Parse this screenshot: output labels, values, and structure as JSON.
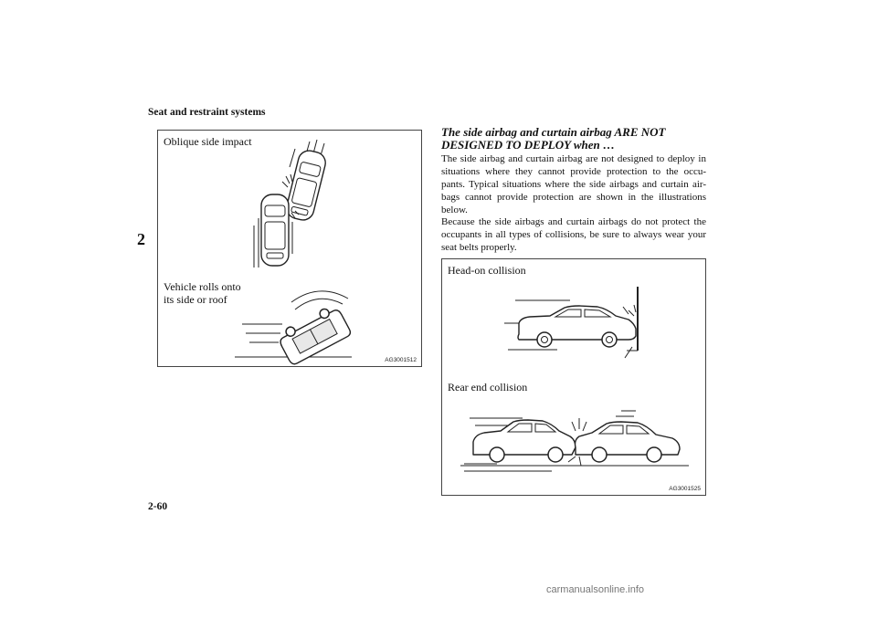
{
  "header": {
    "section_title": "Seat and restraint systems",
    "chapter_number": "2",
    "page_number": "2-60"
  },
  "figure_left": {
    "label_top": "Oblique side impact",
    "label_bottom_line1": "Vehicle rolls onto",
    "label_bottom_line2": "its side or roof",
    "code": "AG3001512"
  },
  "article": {
    "title_line1": "The side airbag and curtain airbag ARE NOT",
    "title_line2": "DESIGNED TO DEPLOY when …",
    "paragraph1": "The side airbag and curtain airbag are not designed to deploy in situations where they cannot provide protection to the occu- pants. Typical situations where the side airbags and curtain air- bags cannot provide protection are shown in the illustrations below.",
    "paragraph2": "Because the side airbags and curtain airbags do not protect the occupants in all types of collisions, be sure to always wear your seat belts properly."
  },
  "figure_right": {
    "label_top": "Head-on collision",
    "label_bottom": "Rear end collision",
    "code": "AG3001525"
  },
  "watermark": "carmanualsonline.info"
}
